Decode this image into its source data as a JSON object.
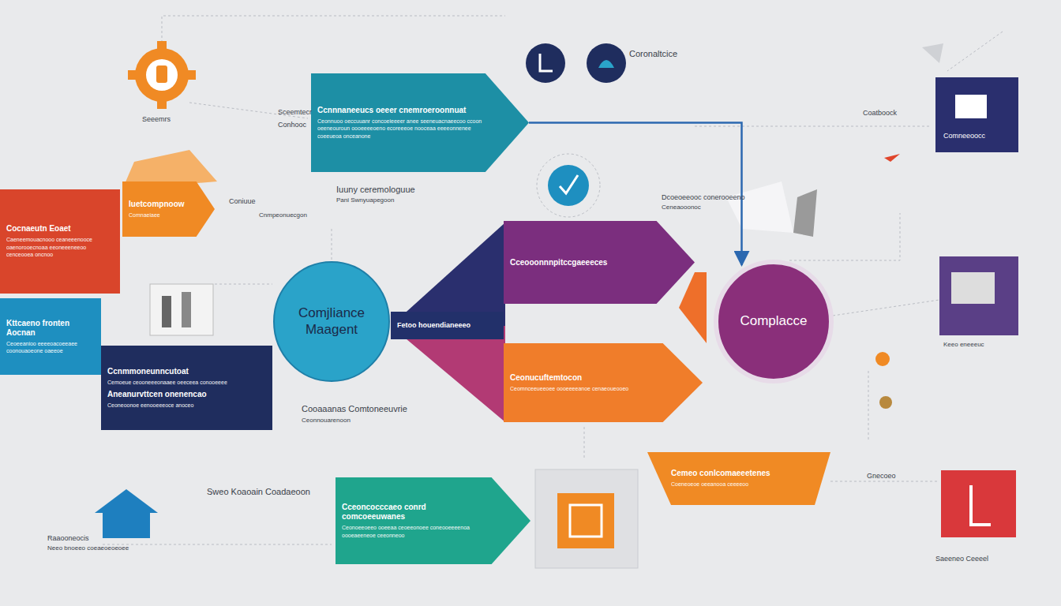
{
  "diagram": {
    "nodes": [
      {
        "text": [
          "Ccnnnaneeucs oeeer cnemroeroonnuat",
          "Ceonnuoo oeccuuanr concoeieeeer anee seeneuacnaeecoo ccoon oeeneouroun oooeeeeoeno ecoreeeoe nooceaa eeeeonnenee coeeueoa onceanone"
        ]
      },
      {
        "text": [
          "Cocnaeutn Eoaet",
          "Caeneemouacnooo ceaneeenooce oaenorooecnoaa eeoneeeneeoo cenceooea oncnoo"
        ]
      },
      {
        "text": [
          "Iuetcompnoow",
          "Comnaeiaee"
        ]
      },
      {
        "text": [
          "Kttcaeno fronten Aocnan",
          "Ceoeeanioo eeeeoacoeeaee coonouaoeone oaeeoe"
        ]
      },
      {
        "text": [
          "Ccnmmoneunncutoat",
          "Cemoeue ceooneeeonaaee oeeceea conooeeee",
          "Aneanurvttcen onenencao",
          "Ceoneoonoe eenooeeeoce anoceo"
        ]
      },
      {
        "text": [
          "Comjliance Maagent"
        ]
      },
      {
        "text": [
          "Cceooonnnpitccgaeeeces"
        ]
      },
      {
        "text": [
          "Fetoo houendianeeeo"
        ]
      },
      {
        "text": [
          "Ceonucuftemtocon",
          "Ceomnceeueeoee oooeeeeanoe cenaeoueooeo"
        ]
      },
      {
        "text": [
          "Complacce"
        ]
      },
      {
        "text": [
          "Cemeo conlcomaeeetenes",
          "Coeneoeoe oeeanooa ceeeeoo"
        ]
      },
      {
        "text": [
          "Cceoncocccaeo conrd comcoeeuwanes",
          "Ceonoeeoeeo ooeeaa ceoeeonoee coneooeeeenoa oooeaeeneoe ceeonneoo"
        ]
      }
    ],
    "edges": [
      {
        "from": 0,
        "to": 9,
        "arrow": "to"
      }
    ],
    "labels": [
      "Coronaltcice",
      "Seeemrs",
      "Sceemtecr",
      "Conhooc",
      "Iuuny ceremologuue",
      "Pani Swnyuapegoon",
      "Coniuue",
      "Cnmpeonuecgon",
      "Cooaaanas Comtoneeuvrie",
      "Ceonnouarenoon",
      "Sweo Koaoain Coadaeoon",
      "Raaooneocis",
      "Neeo bnoeeo coeaeoeoeoee",
      "Coatboock",
      "Dcoeoeeooc conerooeeno",
      "Ceneaooonoc",
      "Comneeoocc",
      "Keeo eneeeuc",
      "Gnecoeo",
      "Saeeneo Ceeeel"
    ]
  }
}
